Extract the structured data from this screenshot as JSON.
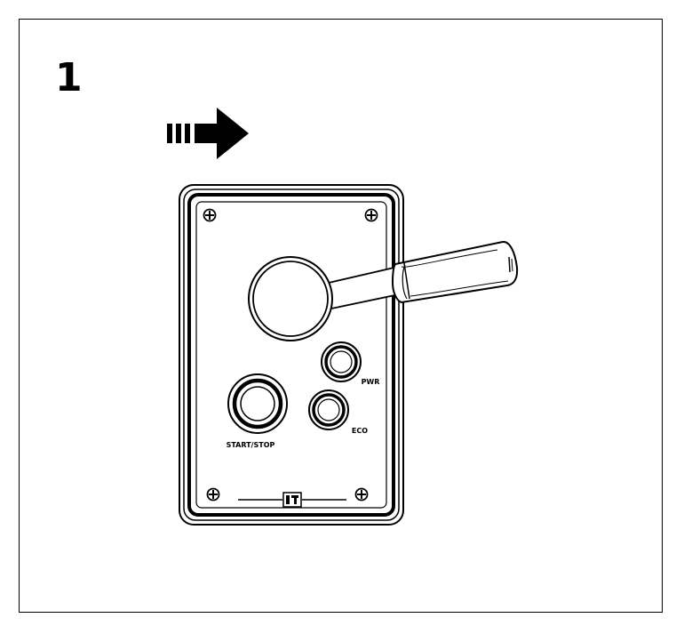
{
  "step_number": "1",
  "control_panel": {
    "buttons": {
      "start_stop": "START/STOP",
      "power": "PWR",
      "eco": "ECO"
    },
    "brand_mark": "logo"
  },
  "colors": {
    "stroke": "#000000",
    "background": "#ffffff"
  },
  "icons": [
    "push-direction-arrow-icon",
    "screw-icon",
    "throttle-lever-icon",
    "brand-logo-icon"
  ]
}
